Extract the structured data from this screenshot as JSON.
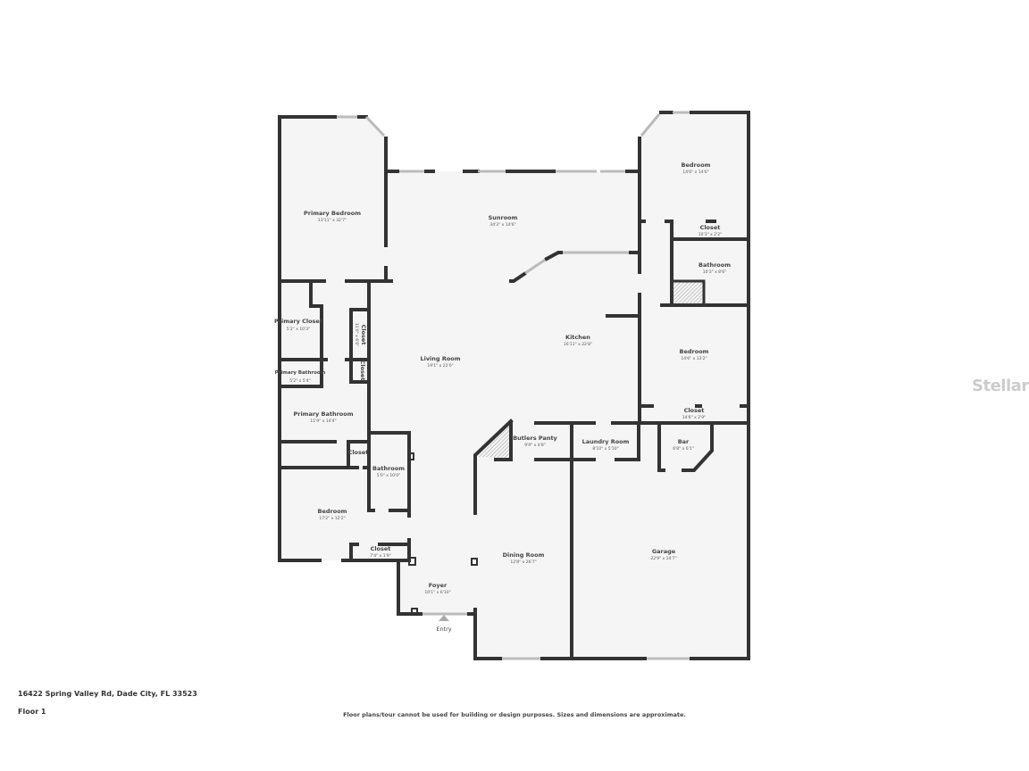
{
  "address": "16422 Spring Valley Rd, Dade City, FL 33523",
  "floor": "Floor 1",
  "disclaimer": "Floor plans/tour cannot be used for building or design purposes. Sizes and dimensions are approximate.",
  "watermark": "StellarMLS",
  "colors": {
    "wall": "#333333",
    "floor": "#f5f5f5",
    "window": "#bbbbbb"
  },
  "rooms": [
    {
      "name": "Primary Bedroom",
      "dim": "13'11\" x 32'7\""
    },
    {
      "name": "Sunroom",
      "dim": "34'3\" x 14'6\""
    },
    {
      "name": "Bedroom",
      "dim": "14'6\" x 14'6\""
    },
    {
      "name": "Closet",
      "dim": "10'3\" x 2'2\""
    },
    {
      "name": "Bathroom",
      "dim": "10'3\" x 8'6\""
    },
    {
      "name": "Kitchen",
      "dim": "16'11\" x 22'8\""
    },
    {
      "name": "Bedroom",
      "dim": "14'6\" x 13'2\""
    },
    {
      "name": "Closet",
      "dim": "14'6\" x 2'9\""
    },
    {
      "name": "Primary Closet",
      "dim": "5'2\" x 10'3\""
    },
    {
      "name": "Living Room",
      "dim": "19'1\" x 22'0\""
    },
    {
      "name": "Primary Bathroom",
      "dim": "5'2\" x 5'4\""
    },
    {
      "name": "Primary Bathroom",
      "dim": "11'9\" x 14'4\""
    },
    {
      "name": "Closet",
      "dim": ""
    },
    {
      "name": "Bathroom",
      "dim": "5'0\" x 10'0\""
    },
    {
      "name": "Bedroom",
      "dim": "17'2\" x 12'2\""
    },
    {
      "name": "Closet",
      "dim": "7'4\" x 1'9\""
    },
    {
      "name": "Foyer",
      "dim": "10'1\" x 6'10\""
    },
    {
      "name": "Dining Room",
      "dim": "12'8\" x 26'7\""
    },
    {
      "name": "Butlers Panty",
      "dim": "9'9\" x 4'8\""
    },
    {
      "name": "Laundry Room",
      "dim": "8'10\" x 5'10\""
    },
    {
      "name": "Bar",
      "dim": "6'8\" x 6'1\""
    },
    {
      "name": "Garage",
      "dim": "22'9\" x 24'7\""
    },
    {
      "name": "Closet",
      "dim": "11'0\" x 6'6\""
    },
    {
      "name": "Closet",
      "dim": ""
    }
  ],
  "entry_label": "Entry"
}
